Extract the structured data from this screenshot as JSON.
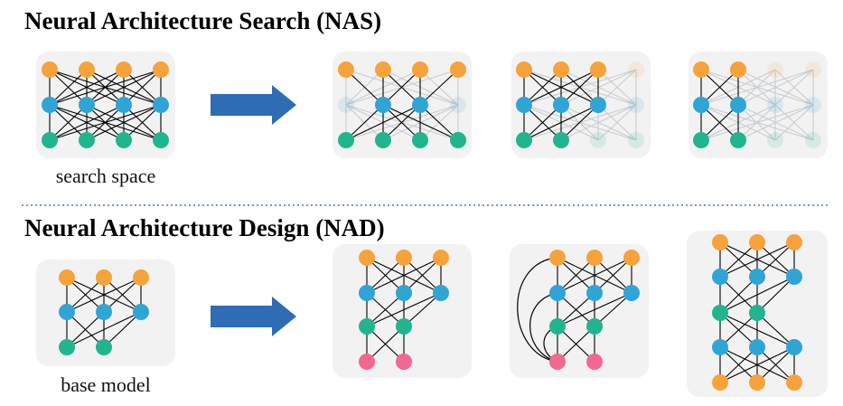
{
  "sections": {
    "nas": {
      "title": "Neural Architecture Search (NAS)",
      "caption": "search space"
    },
    "nad": {
      "title": "Neural Architecture Design (NAD)",
      "caption": "base model"
    }
  },
  "colors": {
    "orange": "#F7A23A",
    "blue": "#2FA5D6",
    "green": "#20B58F",
    "pink": "#F26891",
    "arrow": "#2E6DB4",
    "panel": "#F2F2F2",
    "divider": "#4A73C2",
    "edge": "#000000"
  },
  "icons": {
    "arrow": "right-arrow-icon"
  }
}
